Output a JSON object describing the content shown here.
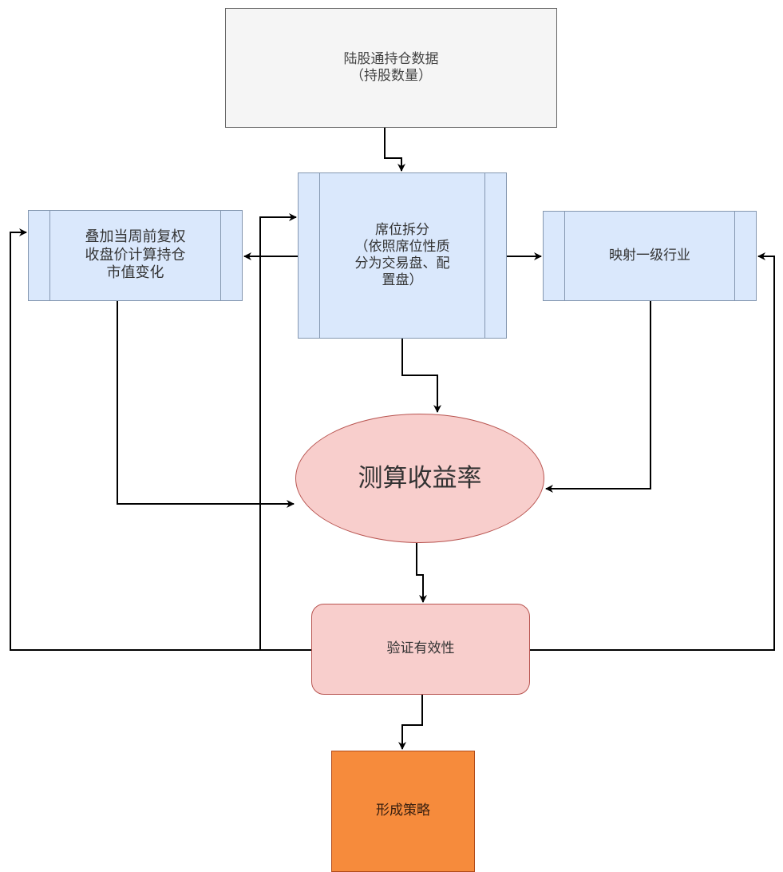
{
  "diagram": {
    "type": "flowchart",
    "colors": {
      "data_source_fill": "#f5f5f5",
      "process_fill": "#dae8fc",
      "process_stroke": "#8497b0",
      "calc_fill": "#f8cecc",
      "calc_stroke": "#b85450",
      "output_fill": "#f68b3c",
      "edge": "#000000"
    },
    "nodes": [
      {
        "id": "source",
        "shape": "rectangle",
        "label": "陆股通持仓数据\n（持股数量）"
      },
      {
        "id": "split",
        "shape": "process",
        "label": "席位拆分\n（依照席位性质\n分为交易盘、配\n置盘）"
      },
      {
        "id": "price",
        "shape": "process",
        "label": "叠加当周前复权\n收盘价计算持仓\n市值变化"
      },
      {
        "id": "industry",
        "shape": "process",
        "label": "映射一级行业"
      },
      {
        "id": "return",
        "shape": "ellipse",
        "label": "测算收益率"
      },
      {
        "id": "verify",
        "shape": "rounded-rectangle",
        "label": "验证有效性"
      },
      {
        "id": "strategy",
        "shape": "rectangle",
        "label": "形成策略"
      }
    ],
    "edges": [
      {
        "from": "source",
        "to": "split"
      },
      {
        "from": "split",
        "to": "price"
      },
      {
        "from": "split",
        "to": "industry"
      },
      {
        "from": "split",
        "to": "return"
      },
      {
        "from": "price",
        "to": "return"
      },
      {
        "from": "industry",
        "to": "return"
      },
      {
        "from": "return",
        "to": "verify"
      },
      {
        "from": "verify",
        "to": "price"
      },
      {
        "from": "verify",
        "to": "split"
      },
      {
        "from": "verify",
        "to": "industry"
      },
      {
        "from": "verify",
        "to": "strategy"
      }
    ]
  }
}
